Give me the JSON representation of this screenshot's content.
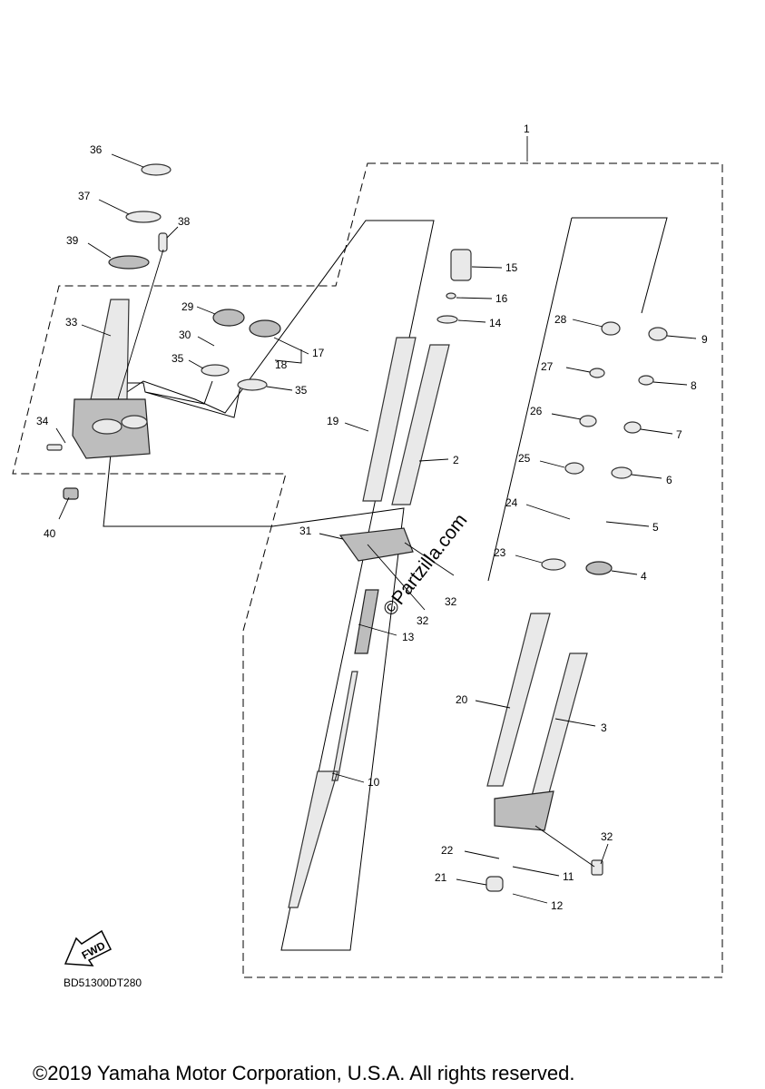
{
  "diagram": {
    "part_numbers": {
      "p1": "1",
      "p2": "2",
      "p3": "3",
      "p4": "4",
      "p5": "5",
      "p6": "6",
      "p7": "7",
      "p8": "8",
      "p9": "9",
      "p10": "10",
      "p11": "11",
      "p12": "12",
      "p13": "13",
      "p14": "14",
      "p15": "15",
      "p16": "16",
      "p17": "17",
      "p18": "18",
      "p19": "19",
      "p20": "20",
      "p21": "21",
      "p22": "22",
      "p23": "23",
      "p24": "24",
      "p25": "25",
      "p26": "26",
      "p27": "27",
      "p28": "28",
      "p29": "29",
      "p30": "30",
      "p31": "31",
      "p32a": "32",
      "p32b": "32",
      "p32c": "32",
      "p33": "33",
      "p34": "34",
      "p35a": "35",
      "p35b": "35",
      "p36": "36",
      "p37": "37",
      "p38": "38",
      "p39": "39",
      "p40": "40"
    },
    "fwd_label": "FWD",
    "diagram_code": "BD51300DT280",
    "watermark": "©Partzilla.com",
    "copyright": "©2019 Yamaha Motor Corporation, U.S.A. All rights reserved."
  }
}
